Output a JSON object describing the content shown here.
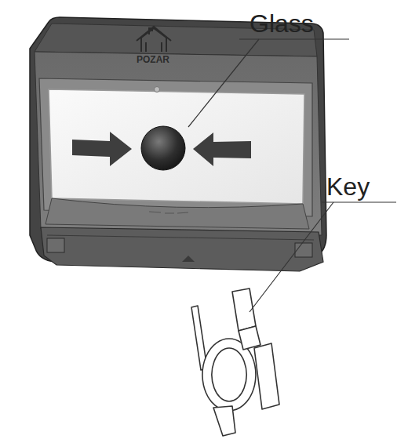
{
  "diagram": {
    "labels": [
      "Glass",
      "Key",
      "POZAR"
    ]
  }
}
